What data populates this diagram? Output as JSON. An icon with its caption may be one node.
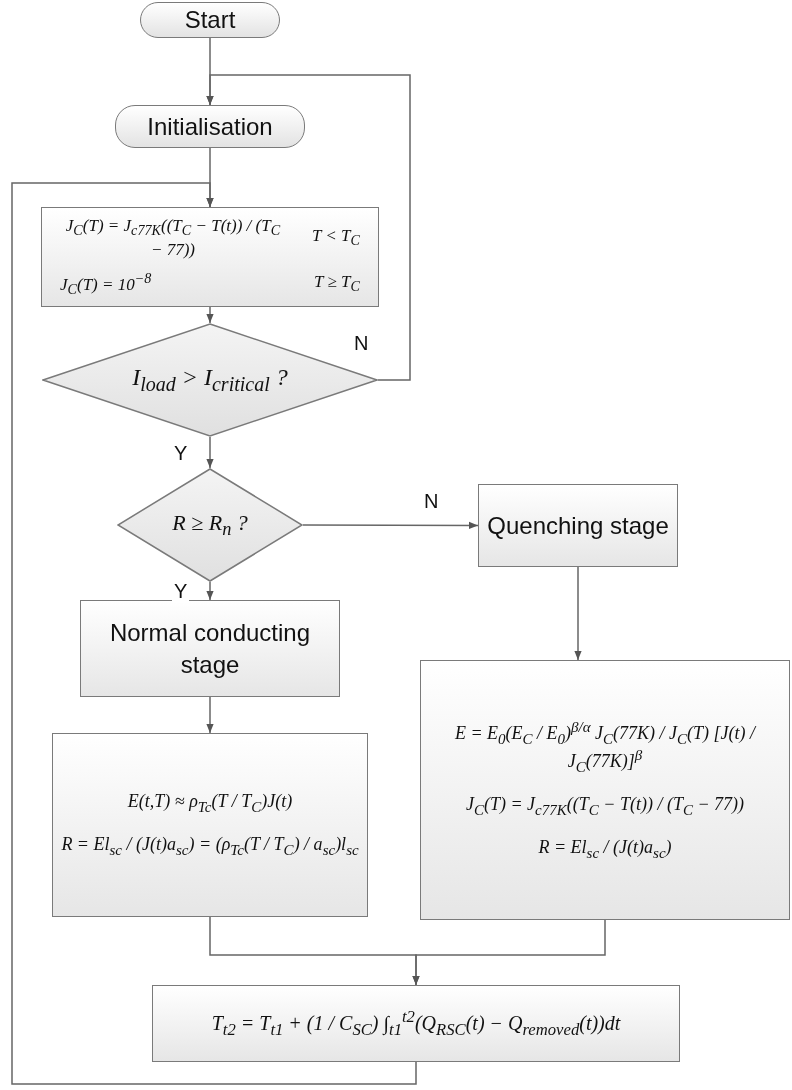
{
  "diagram": {
    "nodes": [
      {
        "text": [
          "Start"
        ]
      },
      {
        "text": [
          "Initialisation"
        ]
      },
      {
        "text": [
          "J$_{C}$(T) = J$_{c77K}$((T$_{C}$ − T(t)) / (T$_{C}$ − 77))",
          "T < T$_{C}$",
          "J$_{C}$(T) = 10$^{−8}$",
          "T ≥ T$_{C}$"
        ]
      },
      {
        "text": [
          "I$_{load}$ > I$_{critical}$ ?"
        ]
      },
      {
        "text": [
          "R ≥ R$_{n}$ ?"
        ]
      },
      {
        "text": [
          "Quenching stage"
        ]
      },
      {
        "text": [
          "Normal conducting stage"
        ]
      },
      {
        "text": [
          "E = E$_{0}$(E$_{C}$ / E$_{0}$)$^{β/α}$ J$_{C}$(77K) / J$_{C}$(T) [J(t) / J$_{C}$(77K)]$^{β}$",
          "J$_{C}$(T) = J$_{c77K}$((T$_{C}$ − T(t)) / (T$_{C}$ − 77))",
          "R = El$_{sc}$ / (J(t)a$_{sc}$)"
        ]
      },
      {
        "text": [
          "E(t,T) ≈ ρ$_{Tc}$(T / T$_{C}$)J(t)",
          "R = El$_{sc}$ / (J(t)a$_{sc}$) = (ρ$_{Tc}$(T / T$_{C}$) / a$_{sc}$)l$_{sc}$"
        ]
      },
      {
        "text": [
          "T$_{t2}$ = T$_{t1}$ + (1 / C$_{SC}$) ∫$_{t1}$$^{t2}$(Q$_{RSC}$(t) − Q$_{removed}$(t))dt"
        ]
      }
    ],
    "edges": [
      {
        "from": 0,
        "to": 1,
        "arrow": "to"
      },
      {
        "from": 1,
        "to": 2,
        "arrow": "to"
      },
      {
        "from": 2,
        "to": 3,
        "arrow": "to"
      },
      {
        "from": 3,
        "to": 1,
        "arrow": "to",
        "label": "N"
      },
      {
        "from": 3,
        "to": 4,
        "arrow": "to",
        "label": "Y"
      },
      {
        "from": 4,
        "to": 5,
        "arrow": "to",
        "label": "N"
      },
      {
        "from": 4,
        "to": 6,
        "arrow": "to",
        "label": "Y"
      },
      {
        "from": 5,
        "to": 7,
        "arrow": "to"
      },
      {
        "from": 6,
        "to": 8,
        "arrow": "to"
      },
      {
        "from": 8,
        "to": 9,
        "arrow": "to"
      },
      {
        "from": 7,
        "to": 9,
        "arrow": "to"
      },
      {
        "from": 9,
        "to": 2,
        "arrow": "to"
      }
    ]
  }
}
